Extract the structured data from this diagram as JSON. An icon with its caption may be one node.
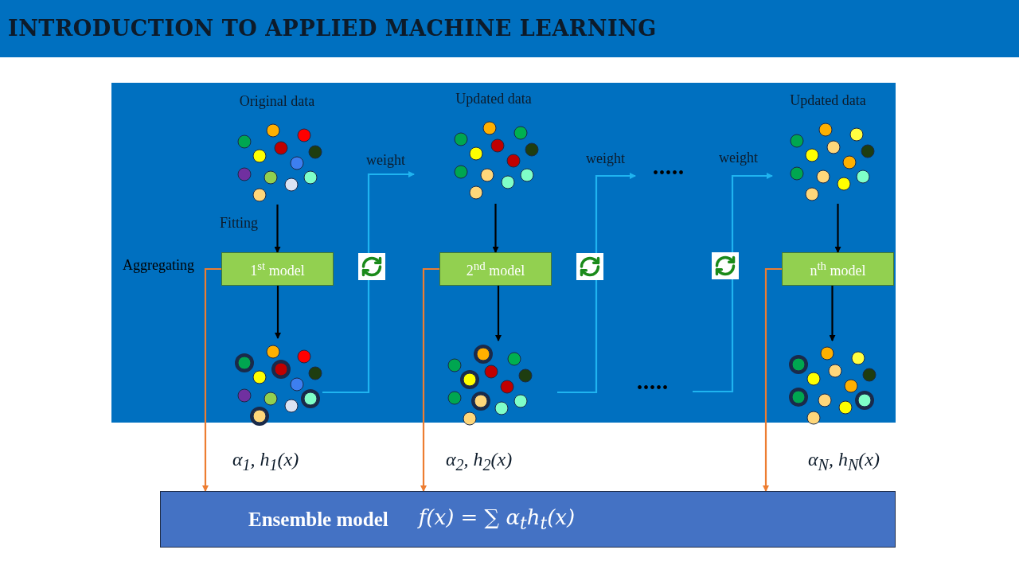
{
  "diagram": {
    "title": "INTRODUCTION TO APPLIED MACHINE LEARNING",
    "nodes": [
      {
        "text": [],
        "shape": "box"
      },
      {
        "text": [
          "Original data"
        ],
        "in": 0
      },
      {
        "text": [
          "1$^{st}$ model"
        ],
        "in": 0
      },
      {
        "text": [],
        "shape": "picture",
        "in": 0
      },
      {
        "text": [
          "Updated data"
        ],
        "in": 0
      },
      {
        "text": [
          "2$^{nd}$ model"
        ],
        "in": 0
      },
      {
        "text": [],
        "shape": "picture",
        "in": 0
      },
      {
        "text": [
          "Updated data"
        ],
        "in": 0
      },
      {
        "text": [
          "n$^{th}$ model"
        ],
        "in": 0
      },
      {
        "text": [],
        "shape": "picture",
        "in": 0
      },
      {
        "text": [
          "Ensemble model",
          "f(x) = ∑ α$_{t}$h$_{t}$(x)"
        ]
      }
    ],
    "edges": [
      {
        "from": 1,
        "to": 2,
        "arrow": "to",
        "label": "Fitting"
      },
      {
        "from": 2,
        "to": 3,
        "arrow": "to"
      },
      {
        "from": 3,
        "to": 4,
        "arrow": "to",
        "label": "weight",
        "color": "#1fb4f0"
      },
      {
        "from": 4,
        "to": 5,
        "arrow": "to"
      },
      {
        "from": 5,
        "to": 6,
        "arrow": "to"
      },
      {
        "from": 6,
        "to": null,
        "arrow": "to",
        "label": "weight",
        "color": "#1fb4f0"
      },
      {
        "from": null,
        "to": 7,
        "arrow": "to",
        "label": "weight",
        "color": "#1fb4f0"
      },
      {
        "from": 7,
        "to": 8,
        "arrow": "to"
      },
      {
        "from": 8,
        "to": 9,
        "arrow": "to"
      },
      {
        "from": 2,
        "to": 10,
        "arrow": "to",
        "label": "α$_{1}$, h$_{1}$(x)",
        "color": "#ed7d31"
      },
      {
        "from": 5,
        "to": 10,
        "arrow": "to",
        "label": "α$_{2}$, h$_{2}$(x)",
        "color": "#ed7d31"
      },
      {
        "from": 8,
        "to": 10,
        "arrow": "to",
        "label": "α$_{N}$, h$_{N}$(x)",
        "color": "#ed7d31"
      }
    ],
    "labels": [
      "•••••",
      "Aggregating",
      "•••••"
    ]
  }
}
